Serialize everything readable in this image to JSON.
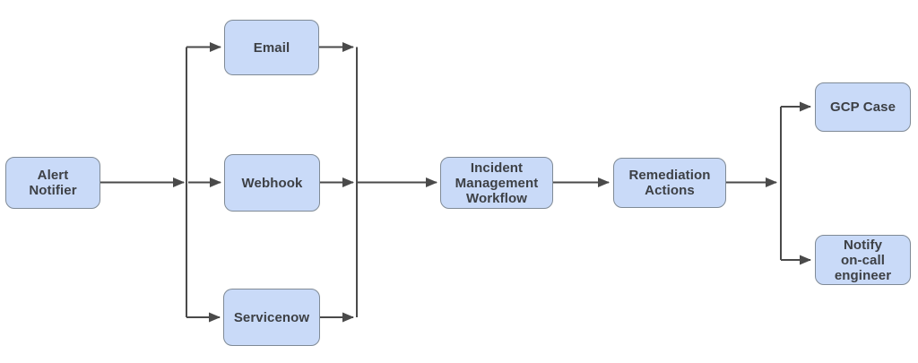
{
  "diagram": {
    "type": "flowchart",
    "colors": {
      "background": "#ffffff",
      "node_fill": "#c9daf8",
      "node_border": "#7f8a96",
      "connector": "#4a4a4a",
      "text": "#3d4045"
    },
    "nodes": {
      "alert_notifier": {
        "label": "Alert\nNotifier"
      },
      "email": {
        "label": "Email"
      },
      "webhook": {
        "label": "Webhook"
      },
      "servicenow": {
        "label": "Servicenow"
      },
      "incident_management": {
        "label": "Incident\nManagement\nWorkflow"
      },
      "remediation_actions": {
        "label": "Remediation\nActions"
      },
      "gcp_case": {
        "label": "GCP Case"
      },
      "notify_oncall": {
        "label": "Notify\non-call\nengineer"
      }
    },
    "edges": [
      {
        "from": "alert_notifier",
        "to": "email"
      },
      {
        "from": "alert_notifier",
        "to": "webhook"
      },
      {
        "from": "alert_notifier",
        "to": "servicenow"
      },
      {
        "from": "email",
        "to": "incident_management"
      },
      {
        "from": "webhook",
        "to": "incident_management"
      },
      {
        "from": "servicenow",
        "to": "incident_management"
      },
      {
        "from": "incident_management",
        "to": "remediation_actions"
      },
      {
        "from": "remediation_actions",
        "to": "gcp_case"
      },
      {
        "from": "remediation_actions",
        "to": "notify_oncall"
      }
    ]
  }
}
